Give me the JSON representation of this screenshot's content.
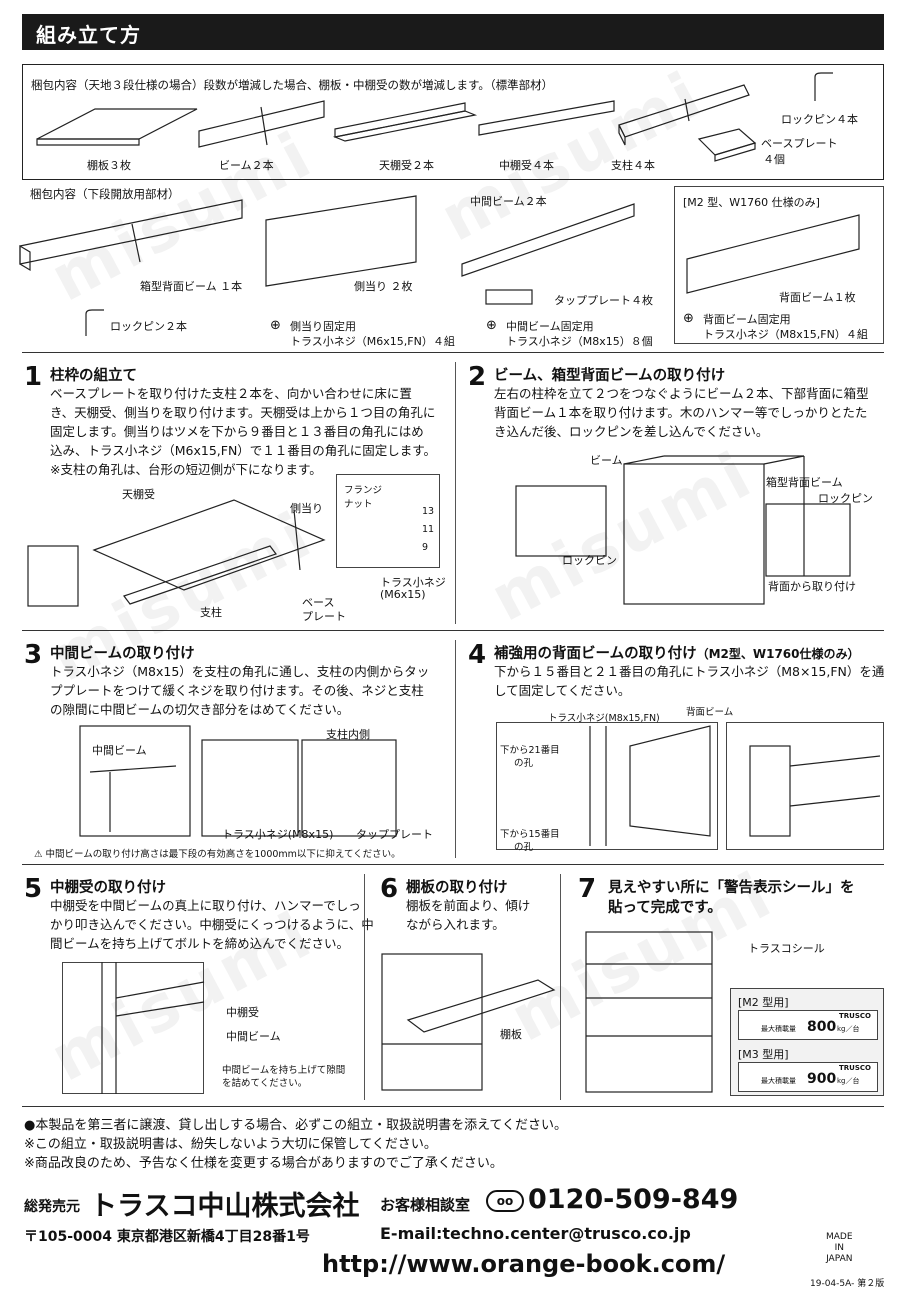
{
  "header": {
    "title": "組み立て方"
  },
  "watermark": "misumi",
  "standard_parts": {
    "caption": "梱包内容（天地３段仕様の場合）段数が増減した場合、棚板・中棚受の数が増減します。（標準部材）",
    "items": [
      "棚板３枚",
      "ビーム２本",
      "天棚受２本",
      "中棚受４本",
      "支柱４本",
      "ロックピン４本",
      "ベースプレート",
      "４個"
    ]
  },
  "lower_parts": {
    "caption": "梱包内容（下段開放用部材）",
    "box_beam": "箱型背面ビーム １本",
    "side_guard": "側当り ２枚",
    "mid_beam": "中間ビーム２本",
    "tap_plate": "タッププレート４枚",
    "lock_pin": "ロックピン２本",
    "side_screw_1": "側当り固定用",
    "side_screw_2": "トラス小ネジ（M6x15,FN）４組",
    "mid_screw_1": "中間ビーム固定用",
    "mid_screw_2": "トラス小ネジ（M8x15）８個",
    "m2_title": "[M2 型、W1760 仕様のみ]",
    "back_beam": "背面ビーム１枚",
    "back_screw_1": "背面ビーム固定用",
    "back_screw_2": "トラス小ネジ（M8x15,FN）４組"
  },
  "steps": {
    "s1": {
      "num": "1",
      "title": "柱枠の組立て",
      "lines": [
        "ベースプレートを取り付けた支柱２本を、向かい合わせに床に置",
        "き、天棚受、側当りを取り付けます。天棚受は上から１つ目の角孔に",
        "固定します。側当りはツメを下から９番目と１３番目の角孔にはめ",
        "込み、トラス小ネジ（M6x15,FN）で１１番目の角孔に固定します。",
        "※支柱の角孔は、台形の短辺側が下になります。"
      ],
      "labels": {
        "tentana": "天棚受",
        "sokuatari": "側当り",
        "flange": "フランジ",
        "nut": "ナット",
        "n13": "13",
        "n11": "11",
        "n9": "9",
        "screw": "トラス小ネジ",
        "screw2": "(M6x15)",
        "shichu": "支柱",
        "base": "ベース",
        "base2": "プレート"
      }
    },
    "s2": {
      "num": "2",
      "title": "ビーム、箱型背面ビームの取り付け",
      "lines": [
        "左右の柱枠を立て２つをつなぐようにビーム２本、下部背面に箱型",
        "背面ビーム１本を取り付けます。木のハンマー等でしっかりとたた",
        "き込んだ後、ロックピンを差し込んでください。"
      ],
      "labels": {
        "beam": "ビーム",
        "boxbeam": "箱型背面ビーム",
        "lockpin": "ロックピン",
        "lockpin2": "ロックピン",
        "back": "背面から取り付け"
      }
    },
    "s3": {
      "num": "3",
      "title": "中間ビームの取り付け",
      "lines": [
        "トラス小ネジ（M8x15）を支柱の角孔に通し、支柱の内側からタッ",
        "ププレートをつけて緩くネジを取り付けます。その後、ネジと支柱",
        "の隙間に中間ビームの切欠き部分をはめてください。"
      ],
      "labels": {
        "midbeam": "中間ビーム",
        "inner": "支柱内側",
        "screw": "トラス小ネジ(M8x15)",
        "tap": "タッププレート"
      },
      "note": "⚠ 中間ビームの取り付け高さは最下段の有効高さを1000mm以下に抑えてください。"
    },
    "s4": {
      "num": "4",
      "title": "補強用の背面ビームの取り付け",
      "title_suffix": "（M2型、W1760仕様のみ）",
      "lines": [
        "下から１５番目と２１番目の角孔にトラス小ネジ（M8×15,FN）を通",
        "して固定してください。"
      ],
      "labels": {
        "screw": "トラス小ネジ(M8x15,FN)",
        "backbeam": "背面ビーム",
        "h21a": "下から21番目",
        "h21b": "の孔",
        "h15a": "下から15番目",
        "h15b": "の孔"
      }
    },
    "s5": {
      "num": "5",
      "title": "中棚受の取り付け",
      "lines": [
        "中棚受を中間ビームの真上に取り付け、ハンマーでしっ",
        "かり叩き込んでください。中棚受にくっつけるように、中",
        "間ビームを持ち上げてボルトを締め込んでください。"
      ],
      "labels": {
        "nakatana": "中棚受",
        "midbeam": "中間ビーム",
        "lift1": "中間ビームを持ち上げて隙間",
        "lift2": "を詰めてください。"
      }
    },
    "s6": {
      "num": "6",
      "title": "棚板の取り付け",
      "lines": [
        "棚板を前面より、傾け",
        "ながら入れます。"
      ],
      "labels": {
        "shelf": "棚板"
      }
    },
    "s7": {
      "num": "7",
      "title_1": "見えやすい所に「警告表示シール」を",
      "title_2": "貼って完成です。",
      "labels": {
        "seal": "トラスコシール",
        "m2": "[M2 型用]",
        "m3": "[M3 型用]",
        "brand": "TRUSCO",
        "maxload": "最大積載量",
        "m2load": "800",
        "m3load": "900",
        "unit": "kg／台"
      }
    }
  },
  "notes": [
    "●本製品を第三者に譲渡、貸し出しする場合、必ずこの組立・取扱説明書を添えてください。",
    "※この組立・取扱説明書は、紛失しないよう大切に保管してください。",
    "※商品改良のため、予告なく仕様を変更する場合がありますのでご了承ください。"
  ],
  "footer": {
    "seller_label": "総発売元",
    "company": "トラスコ中山株式会社",
    "contact_label": "お客様相談室",
    "phone": "0120-509-849",
    "address": "〒105-0004 東京都港区新橋4丁目28番1号",
    "email": "E-mail:techno.center@trusco.co.jp",
    "url": "http://www.orange-book.com/",
    "made_1": "MADE",
    "made_2": "IN",
    "made_3": "JAPAN",
    "version": "19-04-5A- 第２版"
  }
}
